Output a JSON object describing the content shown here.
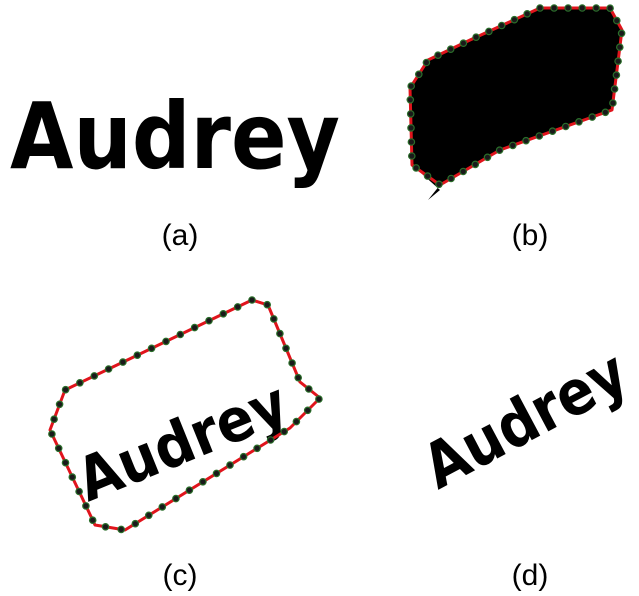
{
  "panels": [
    {
      "id": "a",
      "word": "Audrey",
      "caption": "(a)"
    },
    {
      "id": "b",
      "word": "",
      "caption": "(b)"
    },
    {
      "id": "c",
      "word": "Audrey",
      "caption": "(c)"
    },
    {
      "id": "d",
      "word": "Audrey",
      "caption": "(d)"
    }
  ],
  "colors": {
    "text": "#000000",
    "contour": "#e0141c",
    "control_point": "#1a1a1a",
    "control_point_ring": "#2a6e2a",
    "background": "#ffffff"
  }
}
